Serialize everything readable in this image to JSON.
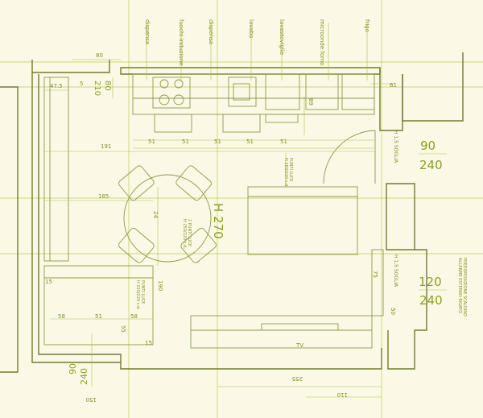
{
  "labels": {
    "dispensa_left": "dispensa",
    "fuochi": "fuochi induzione",
    "dispensa_right": "dispensa",
    "lavabo": "lavabo",
    "lavastoviglie": "lavastoviglie",
    "microonde": "microonde forno",
    "frigo": "frigo"
  },
  "dims": {
    "top_80": "80",
    "d_47_5": "47.5",
    "d_5": "5",
    "d_210": "210",
    "d_80_v": "80",
    "d_61": "61",
    "d_89": "89",
    "d_51a": "51",
    "d_51b": "51",
    "d_51c": "51",
    "d_51d": "51",
    "d_51e": "51",
    "d_191": "191",
    "d_185": "185",
    "d_24": "24",
    "d_190": "190",
    "d_58a": "58",
    "d_51f": "51",
    "d_58b": "58",
    "d_55": "55",
    "d_15a": "15",
    "d_15b": "15",
    "d_75": "75",
    "d_50": "50",
    "d_255": "255",
    "d_110": "110",
    "d_150": "150"
  },
  "notes": {
    "height": "H 270",
    "sill_top": "H 1,5 SOGLIA",
    "sill_bottom": "H 1,5 SOGLIA",
    "door_90": "90",
    "door_240_top": "240",
    "door_120": "120",
    "door_240_right": "240",
    "door_90_bottom": "90",
    "door_240_bottom": "240",
    "light_point_1": "PUNTI LUCE",
    "light_point_1b": "H 150/220 c.d.",
    "light_point_2": "2 PUNTI LUCE",
    "light_point_2b": "H 250/220 c.d.",
    "light_point_3": "PUNTI LUCE",
    "light_point_3b": "H 150/220 c.d.",
    "pred": "PREDISPOSIZIONE SCALDINO",
    "pred2": "ALLARME ESTERNO RIGATO"
  },
  "colors": {
    "background": "#fbf9e6",
    "line": "#a9c24a",
    "wall": "#6f7d2e",
    "text": "#7e8f1f"
  }
}
